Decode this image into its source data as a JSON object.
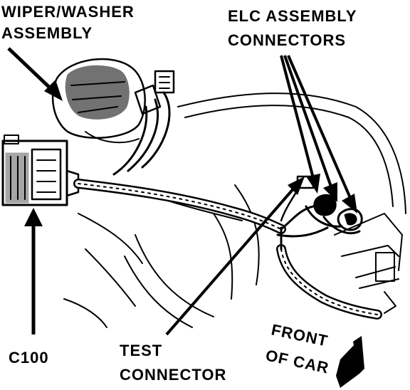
{
  "labels": {
    "wiper_line1": "WIPER/WASHER",
    "wiper_line2": "ASSEMBLY",
    "elc_line1": "ELC ASSEMBLY",
    "elc_line2": "CONNECTORS",
    "c100": "C100",
    "test_line1": "TEST",
    "test_line2": "CONNECTOR",
    "front_line1": "FRONT",
    "front_line2": "OF CAR"
  },
  "colors": {
    "ink": "#000000",
    "paper": "#ffffff"
  }
}
